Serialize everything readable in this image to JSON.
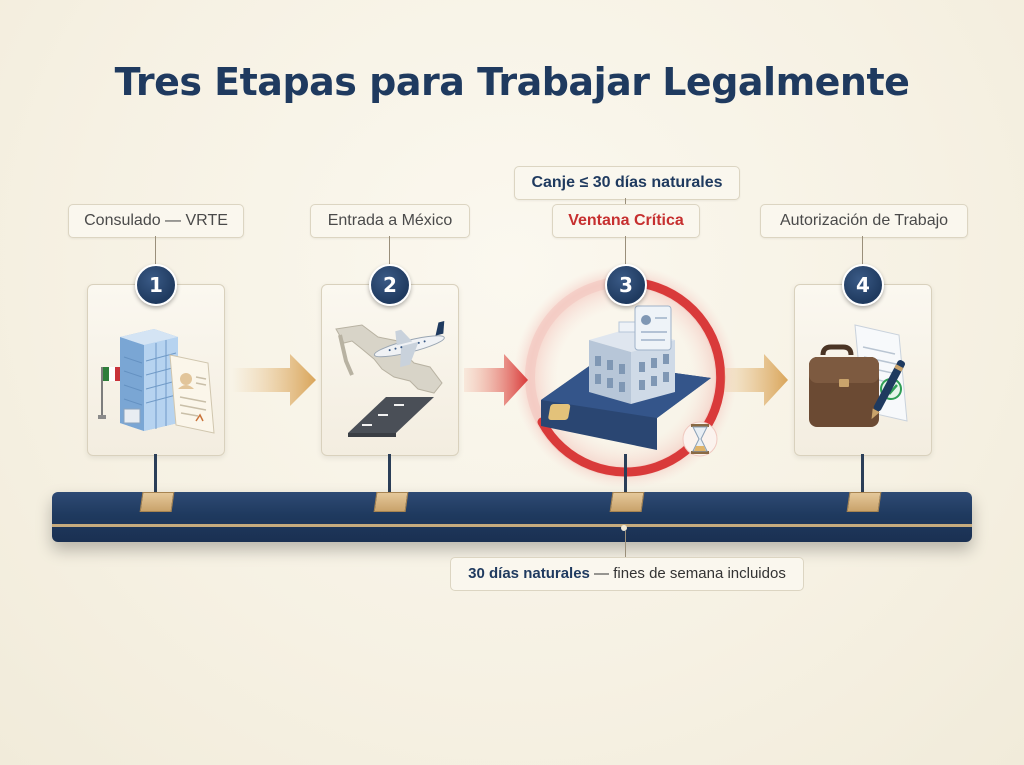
{
  "title": "Tres Etapas para Trabajar Legalmente",
  "stages": [
    {
      "number": "1",
      "label": "Consulado — VRTE"
    },
    {
      "number": "2",
      "label": "Entrada a México"
    },
    {
      "number": "3",
      "label": "Ventana Crítica",
      "note": "Canje ≤ 30 días naturales"
    },
    {
      "number": "4",
      "label": "Autorización de Trabajo"
    }
  ],
  "timeline": {
    "note_bold": "30 días naturales",
    "note_rest": " — fines de semana incluidos"
  },
  "colors": {
    "navy": "#1f3a5f",
    "critical_red": "#d93a3a",
    "gold": "#c9a36b",
    "background": "#f6f1e3"
  },
  "icons": [
    "consulate-building-icon",
    "document-icon",
    "mexico-flag-icon",
    "airplane-icon",
    "mexico-map-icon",
    "runway-icon",
    "id-card-icon",
    "government-building-icon",
    "hourglass-icon",
    "briefcase-icon",
    "approved-document-icon",
    "pen-icon"
  ]
}
